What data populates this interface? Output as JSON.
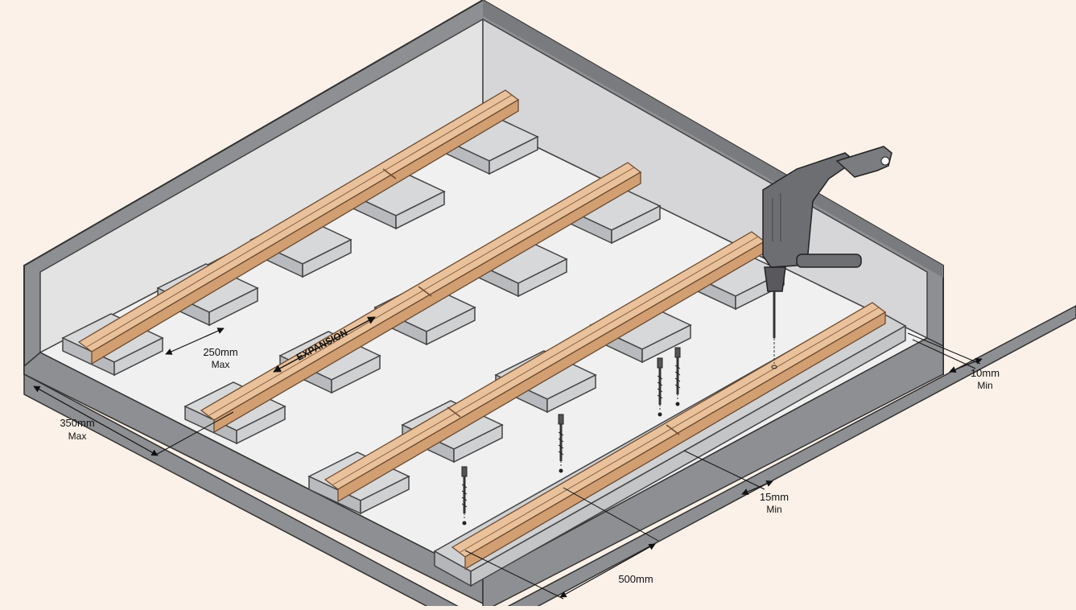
{
  "labels": {
    "expansion": "EXPANSION",
    "gap_250_value": "250mm",
    "gap_250_qual": "Max",
    "gap_350_value": "350mm",
    "gap_350_qual": "Max",
    "gap_10_value": "10mm",
    "gap_10_qual": "Min",
    "gap_15_value": "15mm",
    "gap_15_qual": "Min",
    "gap_500_value": "500mm"
  },
  "colors": {
    "background": "#fbf1e8",
    "wall": "#8e8f92",
    "floor": "#f0f0f0",
    "pad": "#c9cacc",
    "batten": "#e0b48a",
    "drill": "#6d6e72"
  },
  "icons": [
    "drill-icon",
    "screw-icon"
  ]
}
